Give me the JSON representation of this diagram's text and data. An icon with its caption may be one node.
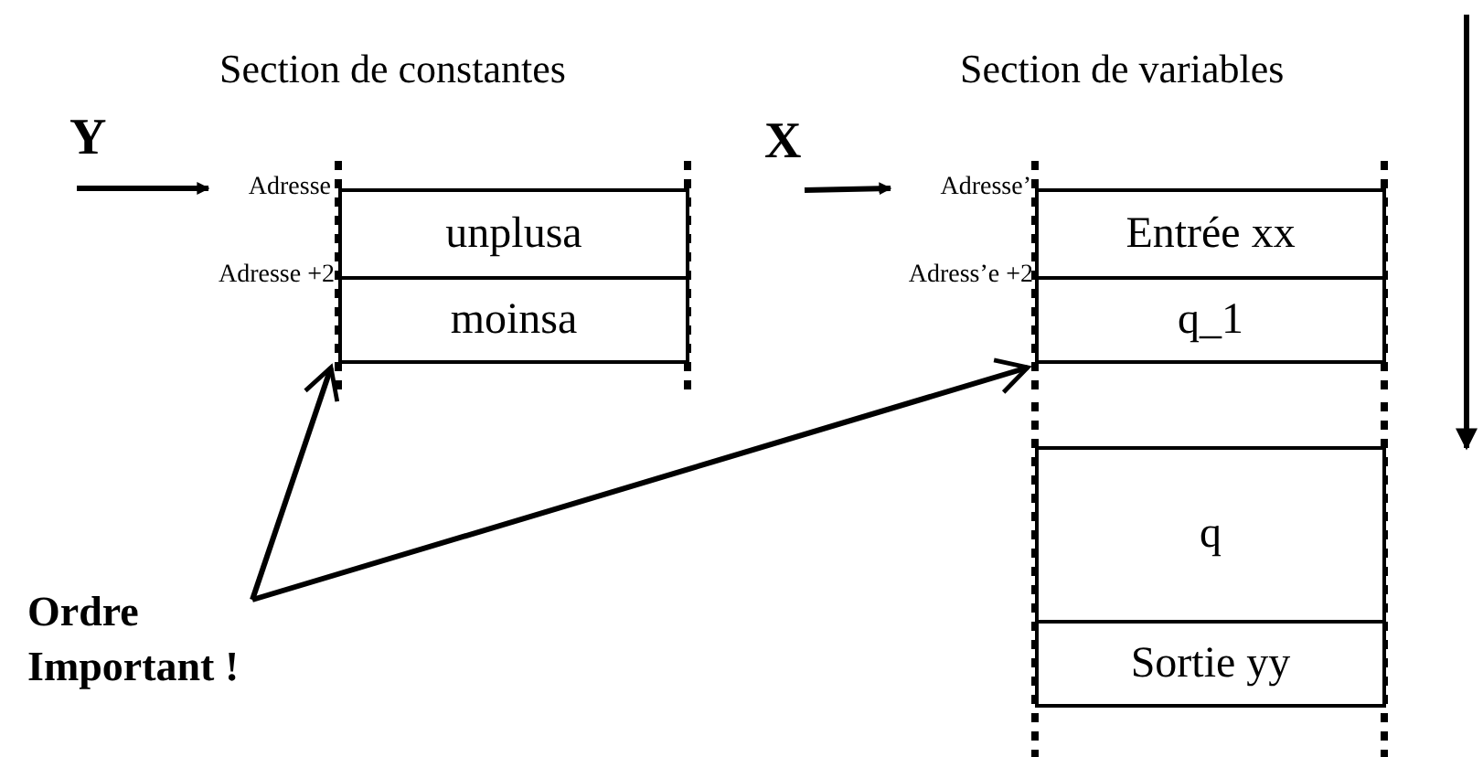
{
  "diagram": {
    "nodes": [
      {
        "text": [
          "unplusa"
        ]
      },
      {
        "text": [
          "moinsa"
        ]
      },
      {
        "text": [
          "Entrée xx"
        ]
      },
      {
        "text": [
          "q_1"
        ]
      },
      {
        "text": [
          "q"
        ]
      },
      {
        "text": [
          "Sortie yy"
        ]
      },
      {
        "text": [
          "Adresse"
        ]
      },
      {
        "text": [
          "Adresse’"
        ]
      },
      {
        "text": [
          "Ordre Important !"
        ]
      }
    ],
    "edges": [
      {
        "from": null,
        "to": 6,
        "arrow": "to"
      },
      {
        "from": null,
        "to": 7,
        "arrow": "to"
      },
      {
        "from": 8,
        "to": 1,
        "arrow": "to"
      },
      {
        "from": 8,
        "to": 3,
        "arrow": "to"
      }
    ],
    "labels": [
      "Section de constantes",
      "Section de variables",
      "Y",
      "X",
      "Adresse +2",
      "Adress’e +2"
    ]
  }
}
